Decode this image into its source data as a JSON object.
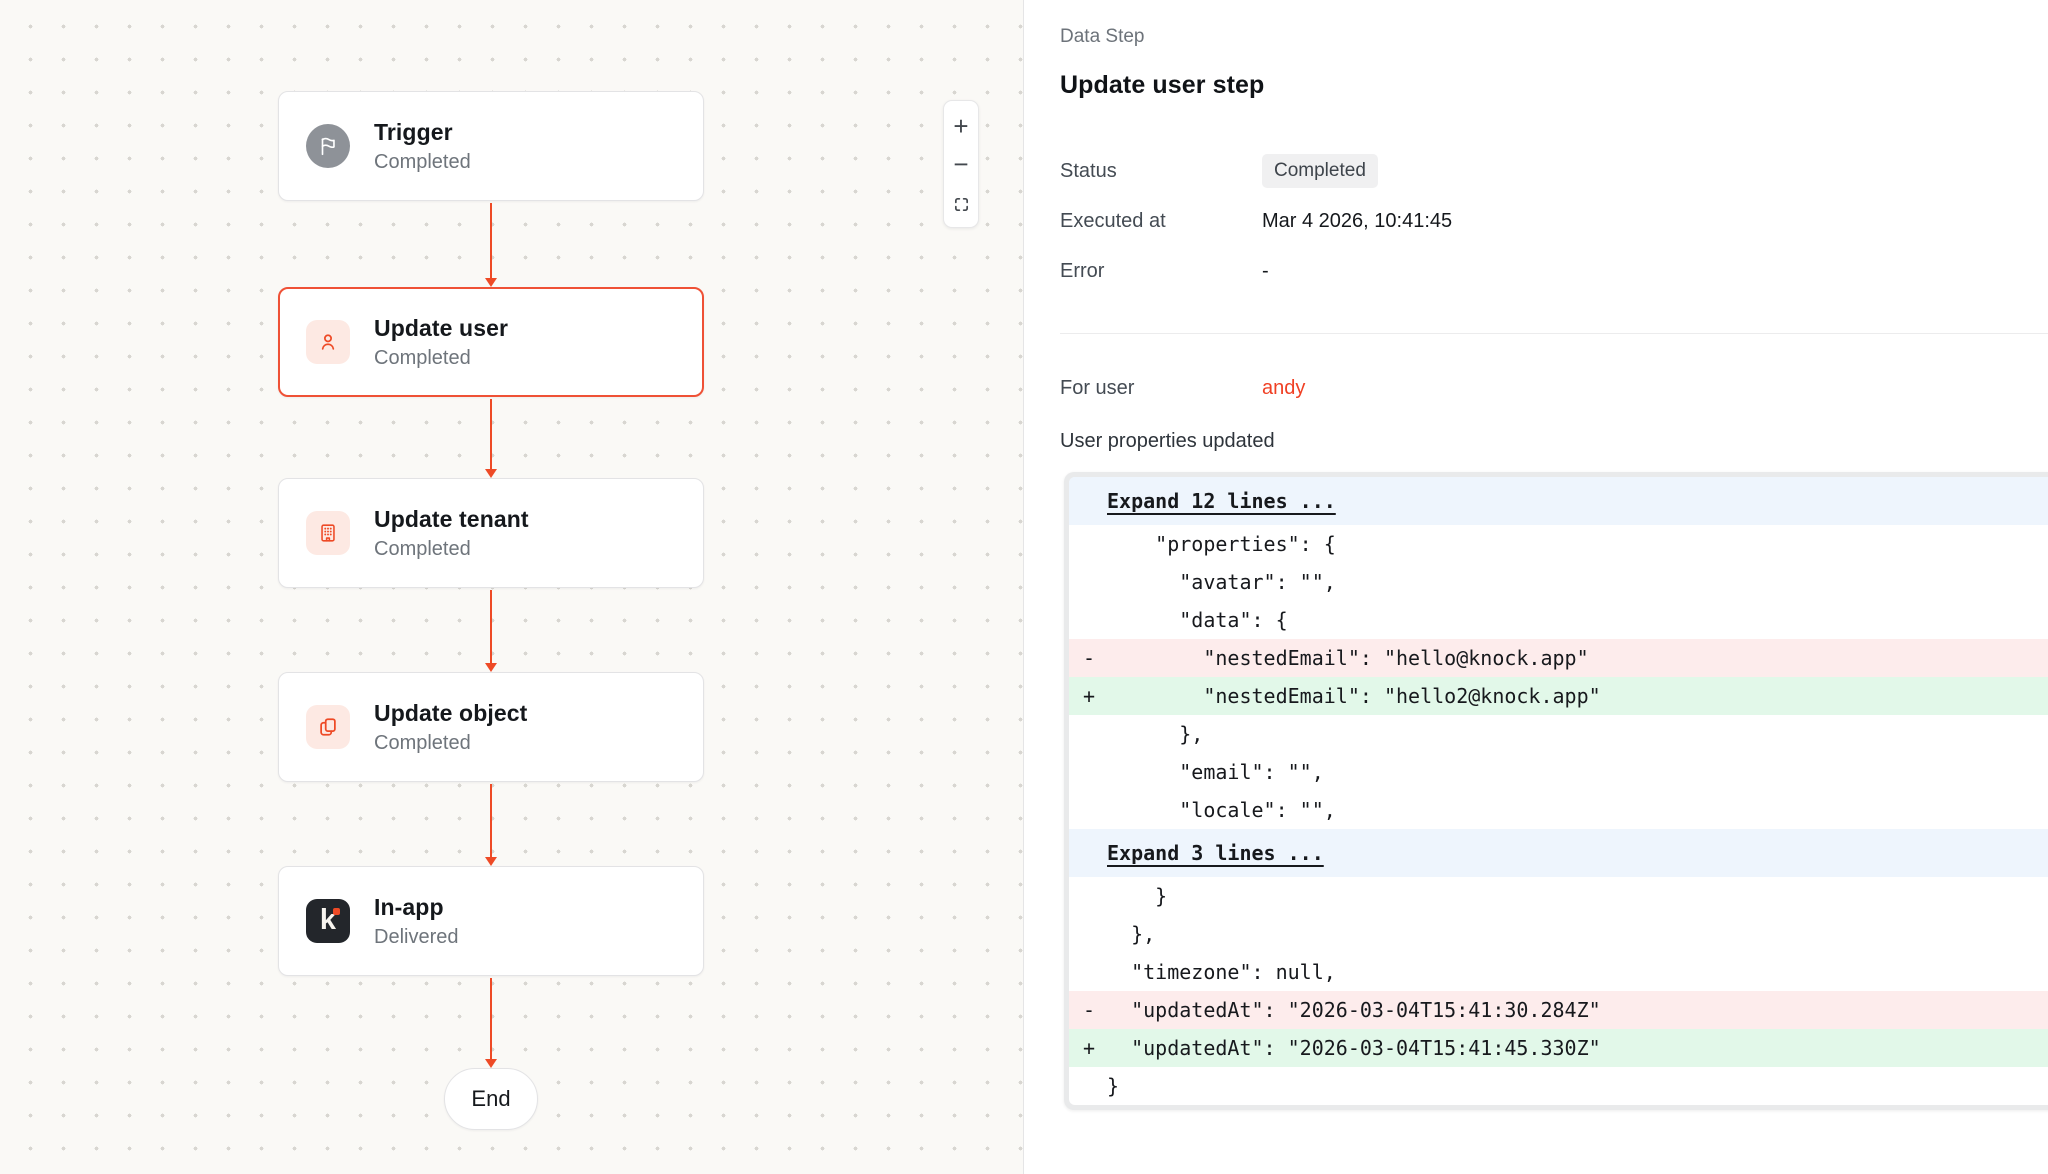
{
  "canvas": {
    "nodes": [
      {
        "title": "Trigger",
        "status": "Completed",
        "icon": "flag-icon"
      },
      {
        "title": "Update user",
        "status": "Completed",
        "icon": "user-icon",
        "selected": true
      },
      {
        "title": "Update tenant",
        "status": "Completed",
        "icon": "building-icon"
      },
      {
        "title": "Update object",
        "status": "Completed",
        "icon": "object-copy-icon"
      },
      {
        "title": "In-app",
        "status": "Delivered",
        "icon": "knock-logo-icon"
      }
    ],
    "knock_logo_letter": "k",
    "end_label": "End",
    "zoom_controls": {
      "zoom_in": "+",
      "zoom_out": "−",
      "fit": "fit-view"
    }
  },
  "panel": {
    "eyebrow": "Data Step",
    "title": "Update user step",
    "fields": [
      {
        "label": "Status",
        "value": "Completed"
      },
      {
        "label": "Executed at",
        "value": "Mar 4 2026, 10:41:45"
      },
      {
        "label": "Error",
        "value": "-"
      }
    ],
    "for_user_label": "For user",
    "for_user_value": "andy",
    "diff_heading": "User properties updated",
    "diff": {
      "lines": [
        {
          "sign": "",
          "type": "expand",
          "text": "Expand 12 lines ..."
        },
        {
          "sign": "",
          "type": "ctx",
          "text": "    \"properties\": {"
        },
        {
          "sign": "",
          "type": "ctx",
          "text": "      \"avatar\": \"\","
        },
        {
          "sign": "",
          "type": "ctx",
          "text": "      \"data\": {"
        },
        {
          "sign": "-",
          "type": "del",
          "text": "        \"nestedEmail\": \"hello@knock.app\""
        },
        {
          "sign": "+",
          "type": "add",
          "text": "        \"nestedEmail\": \"hello2@knock.app\""
        },
        {
          "sign": "",
          "type": "ctx",
          "text": "      },"
        },
        {
          "sign": "",
          "type": "ctx",
          "text": "      \"email\": \"\","
        },
        {
          "sign": "",
          "type": "ctx",
          "text": "      \"locale\": \"\","
        },
        {
          "sign": "",
          "type": "expand",
          "text": "Expand 3 lines ..."
        },
        {
          "sign": "",
          "type": "ctx",
          "text": "    }"
        },
        {
          "sign": "",
          "type": "ctx",
          "text": "  },"
        },
        {
          "sign": "",
          "type": "ctx",
          "text": "  \"timezone\": null,"
        },
        {
          "sign": "-",
          "type": "del",
          "text": "  \"updatedAt\": \"2026-03-04T15:41:30.284Z\""
        },
        {
          "sign": "+",
          "type": "add",
          "text": "  \"updatedAt\": \"2026-03-04T15:41:45.330Z\""
        },
        {
          "sign": "",
          "type": "ctx",
          "text": "}"
        }
      ]
    }
  },
  "colors": {
    "accent_red": "#ee4a26",
    "selected_border": "#ef5136",
    "icon_bg_light": "#fde9e3",
    "diff_del_bg": "#fdecec",
    "diff_add_bg": "#e2f8e9",
    "diff_expand_bg": "#eef5fd",
    "canvas_bg": "#faf9f6",
    "badge_bg": "#f0f0f1"
  }
}
